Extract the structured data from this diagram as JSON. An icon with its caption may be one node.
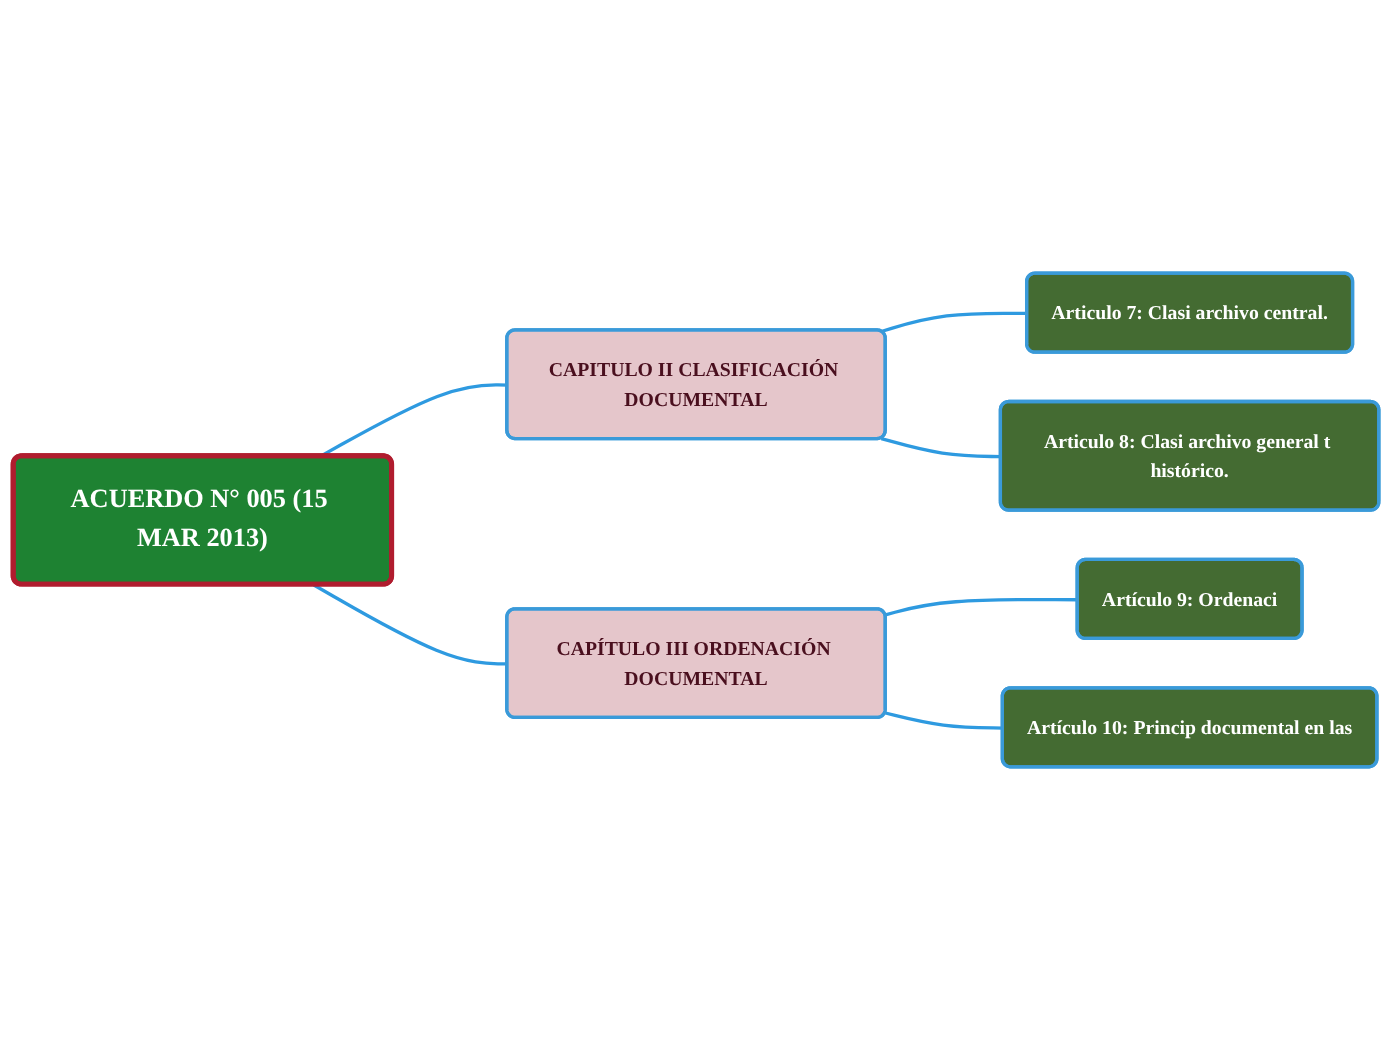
{
  "diagram": {
    "nodes": [
      {
        "text": [
          "ACUERDO N° 005 (15 MAR 2013)"
        ]
      },
      {
        "text": [
          "CAPITULO II CLASIFICACIÓN DOCUMENTAL"
        ]
      },
      {
        "text": [
          "Articulo 7: Clasi archivo central."
        ]
      },
      {
        "text": [
          "Articulo 8: Clasi archivo general t histórico."
        ]
      },
      {
        "text": [
          "CAPÍTULO III ORDENACIÓN DOCUMENTAL"
        ]
      },
      {
        "text": [
          "Artículo 9: Ordenaci"
        ]
      },
      {
        "text": [
          "Artículo 10: Princip documental en las"
        ]
      }
    ],
    "edges": [
      {
        "from": 0,
        "to": 1,
        "arrow": "none"
      },
      {
        "from": 1,
        "to": 2,
        "arrow": "none"
      },
      {
        "from": 1,
        "to": 3,
        "arrow": "none"
      },
      {
        "from": 0,
        "to": 4,
        "arrow": "none"
      },
      {
        "from": 4,
        "to": 5,
        "arrow": "none"
      },
      {
        "from": 4,
        "to": 6,
        "arrow": "none"
      }
    ]
  }
}
